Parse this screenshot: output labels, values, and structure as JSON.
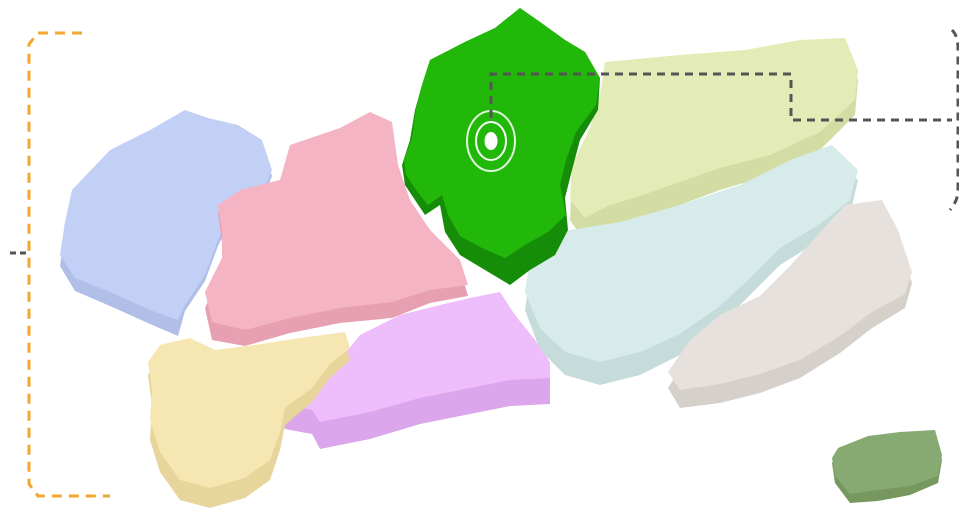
{
  "map": {
    "background": "#ffffff",
    "regions": [
      {
        "id": "region-blue",
        "name": "",
        "fill": "#c3d0f5",
        "shade": "#b1bfe8",
        "selected": false
      },
      {
        "id": "region-pink",
        "name": "",
        "fill": "#f4b4c3",
        "shade": "#e7a0b2",
        "selected": false
      },
      {
        "id": "region-green",
        "name": "",
        "fill": "#22b80a",
        "shade": "#168d08",
        "selected": true
      },
      {
        "id": "region-lime",
        "name": "",
        "fill": "#e3ebb6",
        "shade": "#d2dca3",
        "selected": false
      },
      {
        "id": "region-aqua",
        "name": "",
        "fill": "#d6ebea",
        "shade": "#c6dcdb",
        "selected": false
      },
      {
        "id": "region-grey",
        "name": "",
        "fill": "#e6e1dd",
        "shade": "#d6d0ca",
        "selected": false
      },
      {
        "id": "region-violet",
        "name": "",
        "fill": "#eebdfb",
        "shade": "#dca6ec",
        "selected": false
      },
      {
        "id": "region-yellow",
        "name": "",
        "fill": "#f6e6b2",
        "shade": "#e7d59c",
        "selected": false
      },
      {
        "id": "region-olive",
        "name": "",
        "fill": "#86aa72",
        "shade": "#76985f",
        "selected": false
      }
    ],
    "marker": {
      "icon": "target-location-icon",
      "region": "region-green",
      "color": "#ffffff"
    },
    "callouts": {
      "left_bracket": {
        "style": "dashed",
        "color": "#f2a72f"
      },
      "right_leader": {
        "style": "dashed",
        "color": "#555555"
      }
    }
  }
}
